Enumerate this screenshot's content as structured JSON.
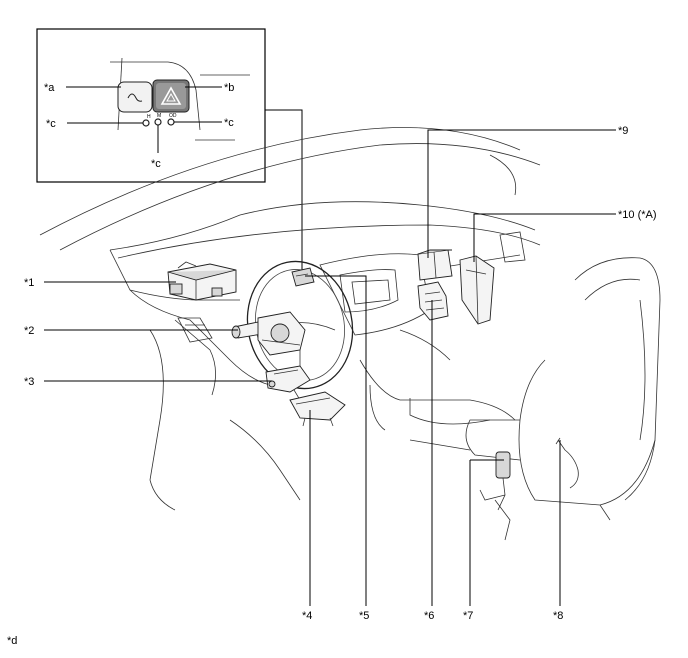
{
  "callouts": {
    "a": "*a",
    "b": "*b",
    "c_left": "*c",
    "c_right": "*c",
    "c_bottom": "*c",
    "d": "*d",
    "p1": "*1",
    "p2": "*2",
    "p3": "*3",
    "p4": "*4",
    "p5": "*5",
    "p6": "*6",
    "p7": "*7",
    "p8": "*8",
    "p9": "*9",
    "p10": "*10 (*A)"
  },
  "inset": {
    "switch_marks": [
      "H",
      "M",
      "OD"
    ]
  }
}
